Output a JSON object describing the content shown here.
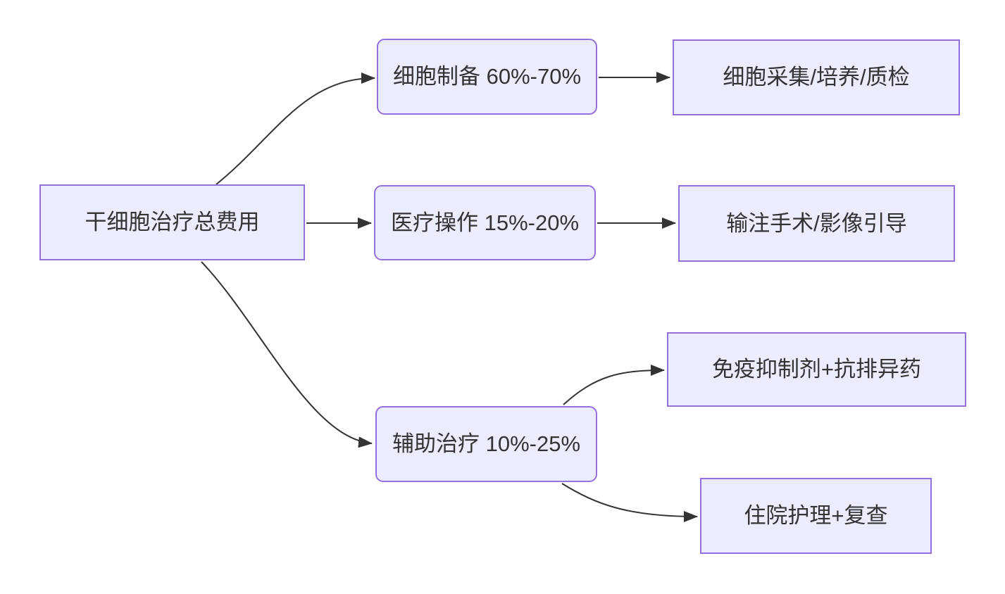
{
  "diagram": {
    "type": "flowchart",
    "direction": "left-to-right",
    "colors": {
      "node_fill": "#ECECFF",
      "node_border": "#9370DB",
      "edge_line": "#333333",
      "text": "#333333",
      "background": "#FFFFFF"
    },
    "nodes": {
      "total": {
        "label": "干细胞治疗总费用",
        "shape": "rectangle"
      },
      "prep": {
        "label": "细胞制备 60%-70%",
        "shape": "rounded"
      },
      "collect": {
        "label": "细胞采集/培养/质检",
        "shape": "rectangle"
      },
      "medical": {
        "label": "医疗操作 15%-20%",
        "shape": "rounded"
      },
      "infusion": {
        "label": "输注手术/影像引导",
        "shape": "rectangle"
      },
      "adjuvant": {
        "label": "辅助治疗 10%-25%",
        "shape": "rounded"
      },
      "immuno": {
        "label": "免疫抑制剂+抗排异药",
        "shape": "rectangle"
      },
      "hospital": {
        "label": "住院护理+复查",
        "shape": "rectangle"
      }
    },
    "edges": [
      {
        "from": "total",
        "to": "prep"
      },
      {
        "from": "total",
        "to": "medical"
      },
      {
        "from": "total",
        "to": "adjuvant"
      },
      {
        "from": "prep",
        "to": "collect"
      },
      {
        "from": "medical",
        "to": "infusion"
      },
      {
        "from": "adjuvant",
        "to": "immuno"
      },
      {
        "from": "adjuvant",
        "to": "hospital"
      }
    ]
  }
}
